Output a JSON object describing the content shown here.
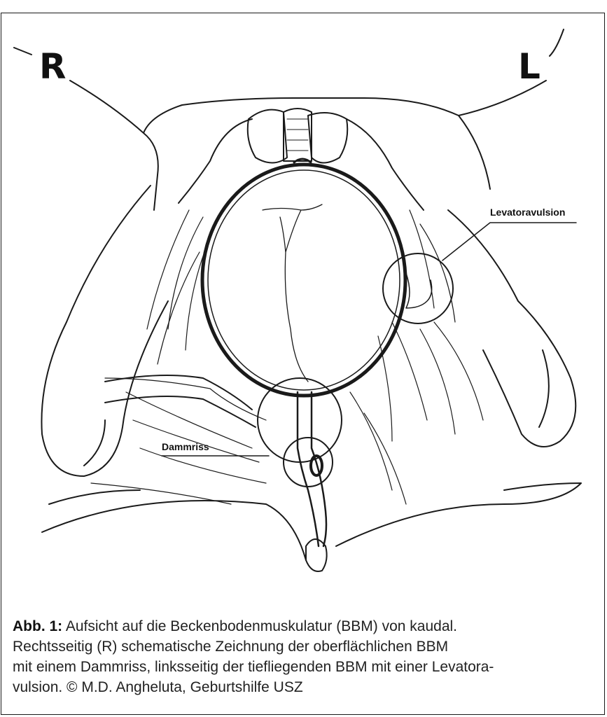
{
  "figure": {
    "side_right": "R",
    "side_left": "L",
    "callout_levator": "Levatoravulsion",
    "callout_damm": "Dammriss"
  },
  "caption": {
    "label": "Abb. 1:",
    "lines": [
      "Aufsicht auf die Beckenbodenmuskulatur (BBM) von kaudal.",
      "Rechtsseitig (R) schematische Zeichnung der oberflächlichen BBM",
      "mit einem Dammriss, linksseitig der tiefliegenden BBM mit einer Levatora-",
      "vulsion. © M.D. Angheluta, Geburtshilfe USZ"
    ]
  },
  "colors": {
    "ink": "#111111",
    "paper": "#ffffff"
  }
}
